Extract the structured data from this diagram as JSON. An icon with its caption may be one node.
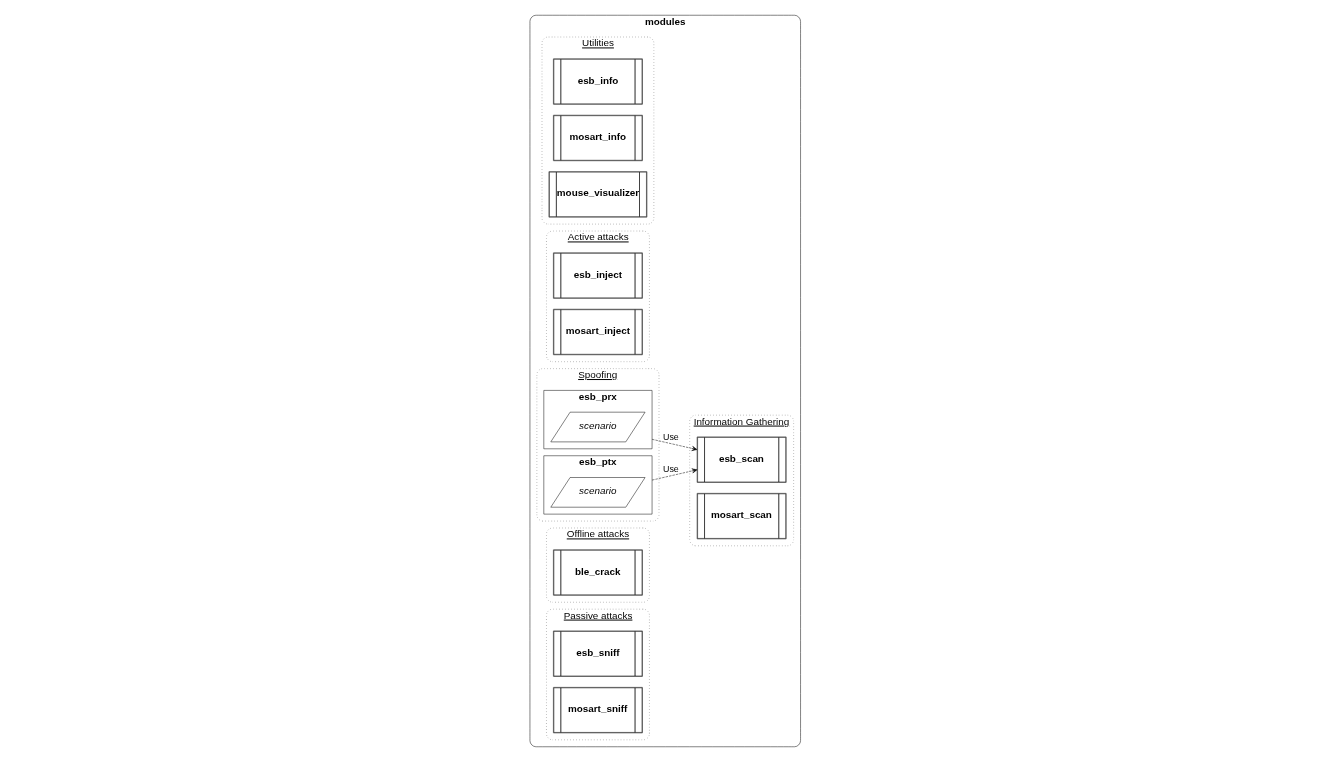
{
  "diagram": {
    "nodes": [
      {
        "text": [
          "modules"
        ]
      },
      {
        "text": [
          "Utilities"
        ],
        "in": 0
      },
      {
        "text": [
          "esb_info"
        ],
        "in": 1
      },
      {
        "text": [
          "mosart_info"
        ],
        "in": 1
      },
      {
        "text": [
          "mouse_visualizer"
        ],
        "in": 1
      },
      {
        "text": [
          "Information Gathering"
        ],
        "in": 0
      },
      {
        "text": [
          "esb_scan"
        ],
        "in": 5
      },
      {
        "text": [
          "mosart_scan"
        ],
        "in": 5
      },
      {
        "text": [
          "Active attacks"
        ],
        "in": 0
      },
      {
        "text": [
          "esb_inject"
        ],
        "in": 8
      },
      {
        "text": [
          "mosart_inject"
        ],
        "in": 8
      },
      {
        "text": [
          "Spoofing"
        ],
        "in": 0
      },
      {
        "text": [
          "esb_ptx"
        ],
        "in": 11
      },
      {
        "text": [
          "scenario"
        ],
        "in": 12
      },
      {
        "text": [
          "esb_prx"
        ],
        "in": 11
      },
      {
        "text": [
          "scenario"
        ],
        "in": 14
      },
      {
        "text": [
          "Offline attacks"
        ],
        "in": 0
      },
      {
        "text": [
          "ble_crack"
        ],
        "in": 16
      },
      {
        "text": [
          "Passive attacks"
        ],
        "in": 0
      },
      {
        "text": [
          "esb_sniff"
        ],
        "in": 18
      },
      {
        "text": [
          "mosart_sniff"
        ],
        "in": 18
      }
    ],
    "edges": [
      {
        "from": 12,
        "to": 6,
        "arrow": "to",
        "label": "Use",
        "style": "dashed"
      },
      {
        "from": 14,
        "to": 6,
        "arrow": "to",
        "label": "Use",
        "style": "dashed"
      }
    ]
  }
}
